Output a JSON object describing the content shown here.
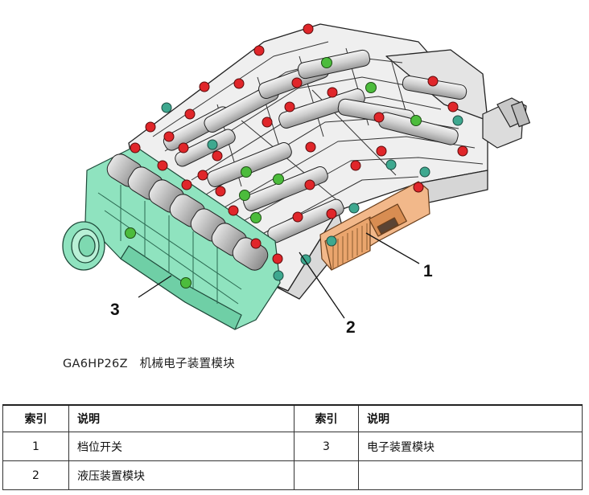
{
  "figure": {
    "callouts": [
      "1",
      "2",
      "3"
    ],
    "caption": "GA6HP26Z　机械电子装置模块"
  },
  "legend": {
    "headers": [
      "索引",
      "说明",
      "索引",
      "说明"
    ],
    "rows": [
      [
        "1",
        "档位开关",
        "3",
        "电子装置模块"
      ],
      [
        "2",
        "液压装置模块",
        "",
        ""
      ]
    ]
  },
  "colors": {
    "electronic_module": "#8fe3bf",
    "position_switch": "#f2b88a",
    "red_plug": "#e0262a",
    "green_plug": "#4cbc3c",
    "teal_plug": "#3ea88f",
    "hydraulic_body": "#eeeeee"
  }
}
